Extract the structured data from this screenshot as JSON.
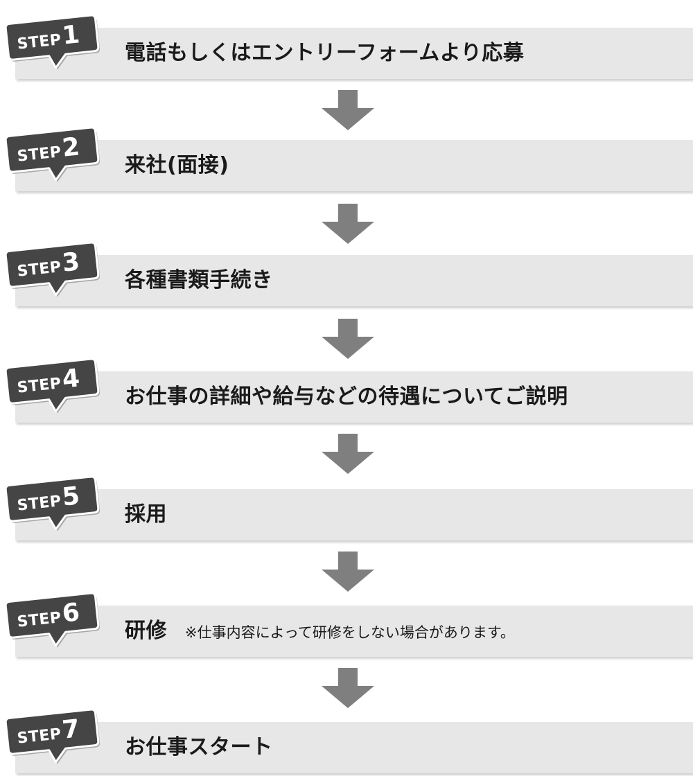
{
  "badge_word": "STEP",
  "steps": [
    {
      "num": "1",
      "title": "電話もしくはエントリーフォームより応募",
      "note": ""
    },
    {
      "num": "2",
      "title": "来社(面接)",
      "note": ""
    },
    {
      "num": "3",
      "title": "各種書類手続き",
      "note": ""
    },
    {
      "num": "4",
      "title": "お仕事の詳細や給与などの待遇についてご説明",
      "note": ""
    },
    {
      "num": "5",
      "title": "採用",
      "note": ""
    },
    {
      "num": "6",
      "title": "研修",
      "note": "※仕事内容によって研修をしない場合があります。"
    },
    {
      "num": "7",
      "title": "お仕事スタート",
      "note": ""
    }
  ],
  "colors": {
    "bar": "#e7e7e7",
    "badge": "#454545",
    "badge_border": "#ffffff",
    "arrow": "#7f7f7f"
  }
}
